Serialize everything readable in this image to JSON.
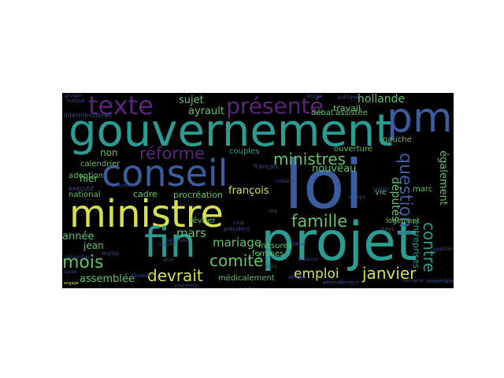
{
  "palette": {
    "teal": "#2a9c91",
    "blue": "#3b5c9e",
    "purple": "#5c247a",
    "green": "#62c36a",
    "yellow": "#d9e04a",
    "dark": "#3e4a89"
  },
  "words": [
    {
      "id": "gouvernement",
      "text": "gouvernement"
    },
    {
      "id": "loi",
      "text": "loi"
    },
    {
      "id": "projet",
      "text": "projet"
    },
    {
      "id": "ministre",
      "text": "ministre"
    },
    {
      "id": "conseil",
      "text": "conseil"
    },
    {
      "id": "fin",
      "text": "fin"
    },
    {
      "id": "pma",
      "text": "pma"
    },
    {
      "id": "texte",
      "text": "texte"
    },
    {
      "id": "presente",
      "text": "présenté"
    },
    {
      "id": "reforme",
      "text": "réforme"
    },
    {
      "id": "ministres",
      "text": "ministres"
    },
    {
      "id": "famille",
      "text": "famille"
    },
    {
      "id": "question",
      "text": "question"
    },
    {
      "id": "contre",
      "text": "contre"
    },
    {
      "id": "comite",
      "text": "comité"
    },
    {
      "id": "mois",
      "text": "mois"
    },
    {
      "id": "devrait",
      "text": "devrait"
    },
    {
      "id": "janvier",
      "text": "janvier"
    },
    {
      "id": "emploi",
      "text": "emploi"
    },
    {
      "id": "mariage",
      "text": "mariage"
    },
    {
      "id": "mars",
      "text": "mars"
    },
    {
      "id": "hollande",
      "text": "hollande"
    },
    {
      "id": "sujet",
      "text": "sujet"
    },
    {
      "id": "ayrault",
      "text": "ayrault"
    },
    {
      "id": "nouveau",
      "text": "nouveau"
    },
    {
      "id": "francois",
      "text": "françois"
    },
    {
      "id": "deputes",
      "text": "députés"
    },
    {
      "id": "assemblee",
      "text": "assemblée"
    },
    {
      "id": "annee",
      "text": "année"
    },
    {
      "id": "egalement",
      "text": "également"
    },
    {
      "id": "entreprises",
      "text": "entreprises"
    },
    {
      "id": "non",
      "text": "non"
    },
    {
      "id": "hier",
      "text": "hier"
    },
    {
      "id": "jean",
      "text": "jean"
    },
    {
      "id": "fevrier",
      "text": "février"
    },
    {
      "id": "procreation",
      "text": "procréation"
    },
    {
      "id": "cadre",
      "text": "cadre"
    },
    {
      "id": "couples",
      "text": "couples"
    },
    {
      "id": "mesures",
      "text": "mesures"
    },
    {
      "id": "femmes",
      "text": "femmes"
    },
    {
      "id": "medicalement",
      "text": "médicalement"
    },
    {
      "id": "calendrier",
      "text": "calendrier"
    },
    {
      "id": "adoption",
      "text": "adoption"
    },
    {
      "id": "national",
      "text": "national"
    },
    {
      "id": "debat",
      "text": "débat"
    },
    {
      "id": "assistee",
      "text": "assistée"
    },
    {
      "id": "travail",
      "text": "travail"
    },
    {
      "id": "gauche",
      "text": "gauche"
    },
    {
      "id": "marc",
      "text": "marc"
    },
    {
      "id": "ouverture",
      "text": "ouverture"
    },
    {
      "id": "vie",
      "text": "vie"
    },
    {
      "id": "logement",
      "text": "logement"
    },
    {
      "id": "interministeriel",
      "text": "interministériel"
    },
    {
      "id": "francais",
      "text": "français"
    },
    {
      "id": "president",
      "text": "président"
    },
    {
      "id": "executif",
      "text": "exécutif"
    },
    {
      "id": "europe",
      "text": "europe"
    },
    {
      "id": "paris",
      "text": "paris"
    },
    {
      "id": "pays",
      "text": "pays"
    },
    {
      "id": "publique",
      "text": "publique"
    },
    {
      "id": "groupe",
      "text": "groupe"
    },
    {
      "id": "sante",
      "text": "santé"
    },
    {
      "id": "semaine",
      "text": "semaine"
    },
    {
      "id": "novembre",
      "text": "novembre"
    },
    {
      "id": "questions",
      "text": "questions"
    },
    {
      "id": "amendement",
      "text": "amendement"
    },
    {
      "id": "ethique",
      "text": "éthique"
    },
    {
      "id": "annonce",
      "text": "annoncé"
    },
    {
      "id": "rapport",
      "text": "rapport"
    },
    {
      "id": "milliards",
      "text": "milliards"
    },
    {
      "id": "mise",
      "text": "mise"
    },
    {
      "id": "lecture",
      "text": "lecture"
    },
    {
      "id": "nationale",
      "text": "nationale"
    },
    {
      "id": "programme",
      "text": "programme"
    },
    {
      "id": "action",
      "text": "action"
    },
    {
      "id": "indique",
      "text": "indiqué"
    },
    {
      "id": "euros",
      "text": "euros"
    },
    {
      "id": "engage",
      "text": "engagé"
    },
    {
      "id": "trimestre",
      "text": "trimestre"
    },
    {
      "id": "droit",
      "text": "droit"
    },
    {
      "id": "conditions",
      "text": "conditions"
    },
    {
      "id": "projets",
      "text": "projets"
    },
    {
      "id": "proposition",
      "text": "proposition"
    },
    {
      "id": "prevention",
      "text": "prévention"
    },
    {
      "id": "deux",
      "text": "deux"
    },
    {
      "id": "dire",
      "text": "dire"
    }
  ]
}
